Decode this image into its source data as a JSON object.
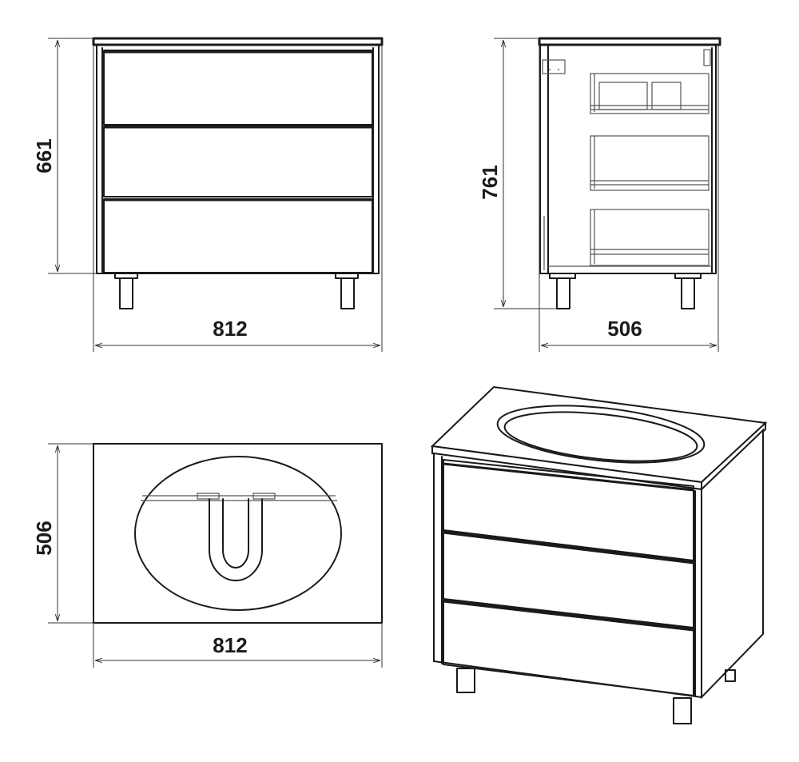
{
  "views": {
    "front": {
      "width_label": "812",
      "height_label": "661"
    },
    "side": {
      "depth_label": "506",
      "height_label": "761"
    },
    "top": {
      "width_label": "812",
      "depth_label": "506"
    }
  }
}
